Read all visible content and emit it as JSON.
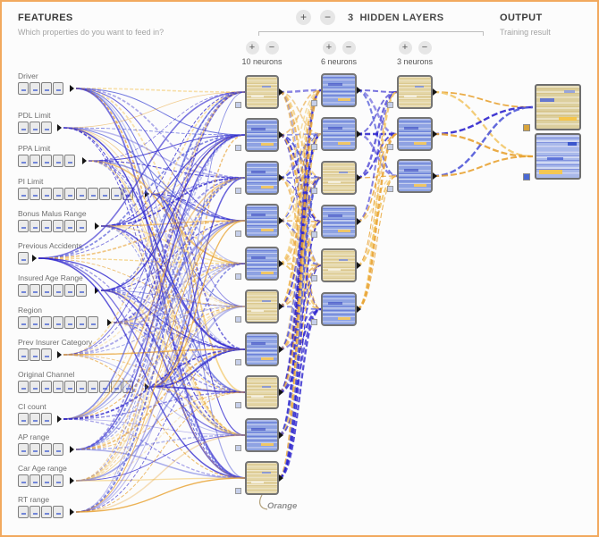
{
  "header": {
    "features_title": "FEATURES",
    "features_subtitle": "Which properties do you want to feed in?",
    "layers_count": "3",
    "layers_label": "HIDDEN LAYERS",
    "plus_label": "+",
    "minus_label": "−",
    "output_title": "OUTPUT",
    "output_subtitle": "Training result"
  },
  "features": [
    {
      "label": "Driver",
      "boxes": 4
    },
    {
      "label": "PDL Limit",
      "boxes": 3
    },
    {
      "label": "PPA Limit",
      "boxes": 5
    },
    {
      "label": "PI Limit",
      "boxes": 10
    },
    {
      "label": "Bonus Malus Range",
      "boxes": 6
    },
    {
      "label": "Previous Accidents",
      "boxes": 1
    },
    {
      "label": "Insured Age Range",
      "boxes": 6
    },
    {
      "label": "Region",
      "boxes": 7
    },
    {
      "label": "Prev Insurer Category",
      "boxes": 3
    },
    {
      "label": "Original Channel",
      "boxes": 10
    },
    {
      "label": "CI count",
      "boxes": 3
    },
    {
      "label": "AP range",
      "boxes": 4
    },
    {
      "label": "Car Age range",
      "boxes": 4
    },
    {
      "label": "RT range",
      "boxes": 4
    }
  ],
  "hidden_layers": [
    {
      "label": "10 neurons",
      "neurons": [
        "tan",
        "blue",
        "blue",
        "blue",
        "blue",
        "tan",
        "blue",
        "tan",
        "blue",
        "tan"
      ]
    },
    {
      "label": "6 neurons",
      "neurons": [
        "blue",
        "blue",
        "tan",
        "blue",
        "tan",
        "blue"
      ]
    },
    {
      "label": "3 neurons",
      "neurons": [
        "tan",
        "blue",
        "blue"
      ]
    }
  ],
  "output_nodes": [
    {
      "color": "tan",
      "badge": "orange"
    },
    {
      "color": "blue",
      "badge": "blue"
    }
  ],
  "annotation": {
    "label": "Orange"
  },
  "colors": {
    "frame": "#f2a95e",
    "neuron_tan": "#e4d6a6",
    "neuron_blue": "#8ea3e2",
    "wire_blue": "#2d24cd",
    "wire_indigo": "#5058d8",
    "wire_orange": "#e8a232",
    "wire_yellow": "#f2c768",
    "badge_orange": "#d8a43c",
    "badge_blue": "#4a69d4"
  }
}
